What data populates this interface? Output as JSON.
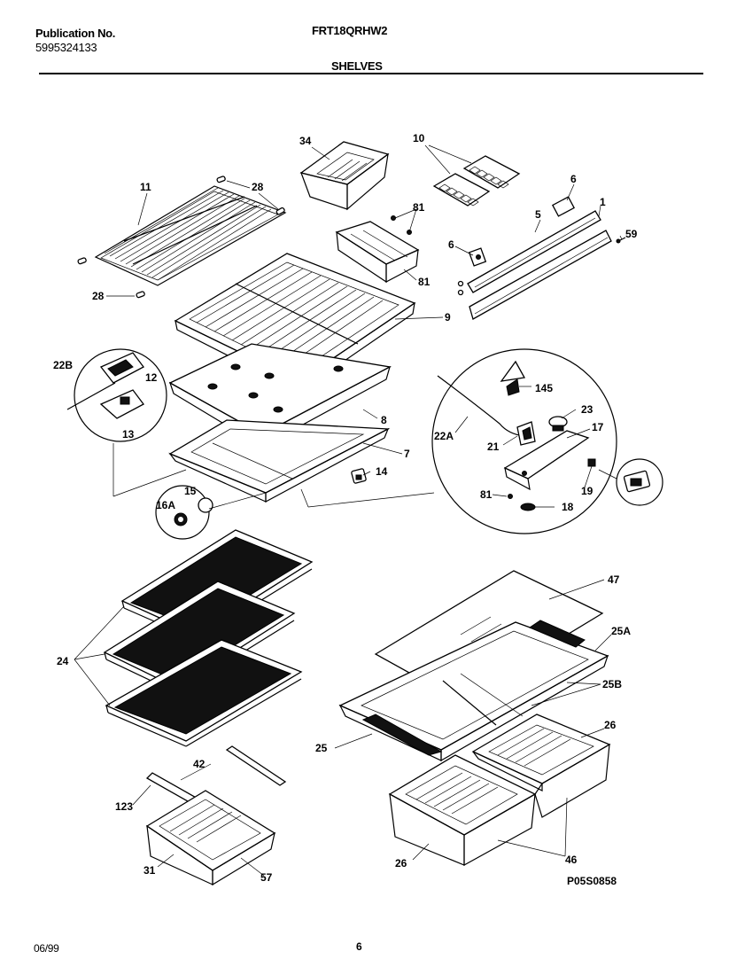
{
  "header": {
    "publication_label": "Publication No.",
    "publication_number": "5995324133",
    "model": "FRT18QRHW2",
    "section_title": "SHELVES"
  },
  "footer": {
    "date": "06/99",
    "page": "6"
  },
  "diagram_code": "P05S0858",
  "callouts": {
    "c34": "34",
    "c10": "10",
    "c11": "11",
    "c28a": "28",
    "c28b": "28",
    "c6a": "6",
    "c5": "5",
    "c1": "1",
    "c59": "59",
    "c6b": "6",
    "c81a": "81",
    "c81b": "81",
    "c9": "9",
    "c22b": "22B",
    "c12": "12",
    "c13": "13",
    "c8": "8",
    "c7": "7",
    "c14": "14",
    "c15": "15",
    "c16a": "16A",
    "c145": "145",
    "c23": "23",
    "c22a": "22A",
    "c21": "21",
    "c17": "17",
    "c19": "19",
    "c81c": "81",
    "c18": "18",
    "c47": "47",
    "c24": "24",
    "c25a": "25A",
    "c25b": "25B",
    "c25": "25",
    "c26a": "26",
    "c26b": "26",
    "c42": "42",
    "c123": "123",
    "c31": "31",
    "c57": "57",
    "c46": "46"
  }
}
